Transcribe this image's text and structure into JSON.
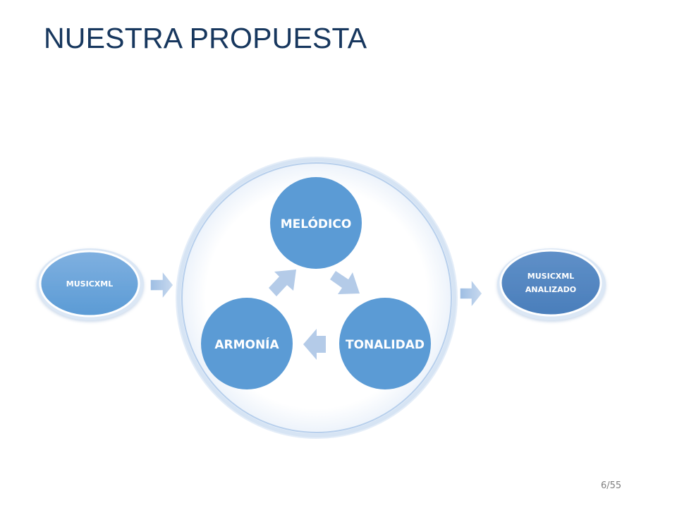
{
  "slide": {
    "title": "NUESTRA PROPUESTA",
    "page_number": "6/55"
  },
  "diagram": {
    "input_node": {
      "label": "MUSICXML"
    },
    "output_node": {
      "label_line1": "MUSICXML",
      "label_line2": "ANALIZADO"
    },
    "cycle_nodes": [
      {
        "label": "MELÓDICO"
      },
      {
        "label": "TONALIDAD"
      },
      {
        "label": "ARMONÍA"
      }
    ]
  },
  "colors": {
    "title": "#17375e",
    "node_blue": "#5b9bd5",
    "input_node": "#5b9bd5",
    "output_node": "#4a7ebb",
    "cycle_arrow": "#b4cbe8",
    "ring": "#c6d9f1",
    "page_number": "#7f7f7f"
  }
}
